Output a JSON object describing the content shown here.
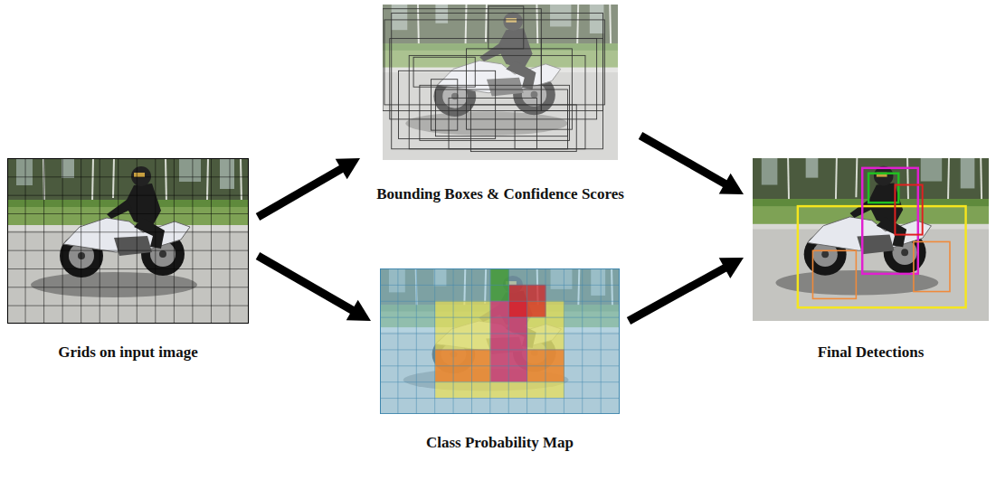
{
  "diagram": {
    "nodes": [
      {
        "text": [
          "Grids on input image"
        ]
      },
      {
        "text": [
          "Bounding Boxes & Confidence Scores"
        ]
      },
      {
        "text": [
          "Class Probability Map"
        ]
      },
      {
        "text": [
          "Final Detections"
        ]
      }
    ],
    "edges": [
      {
        "from": 0,
        "to": 1,
        "arrow": "to"
      },
      {
        "from": 0,
        "to": 2,
        "arrow": "to"
      },
      {
        "from": 1,
        "to": 3,
        "arrow": "to"
      },
      {
        "from": 2,
        "to": 3,
        "arrow": "to"
      }
    ]
  }
}
